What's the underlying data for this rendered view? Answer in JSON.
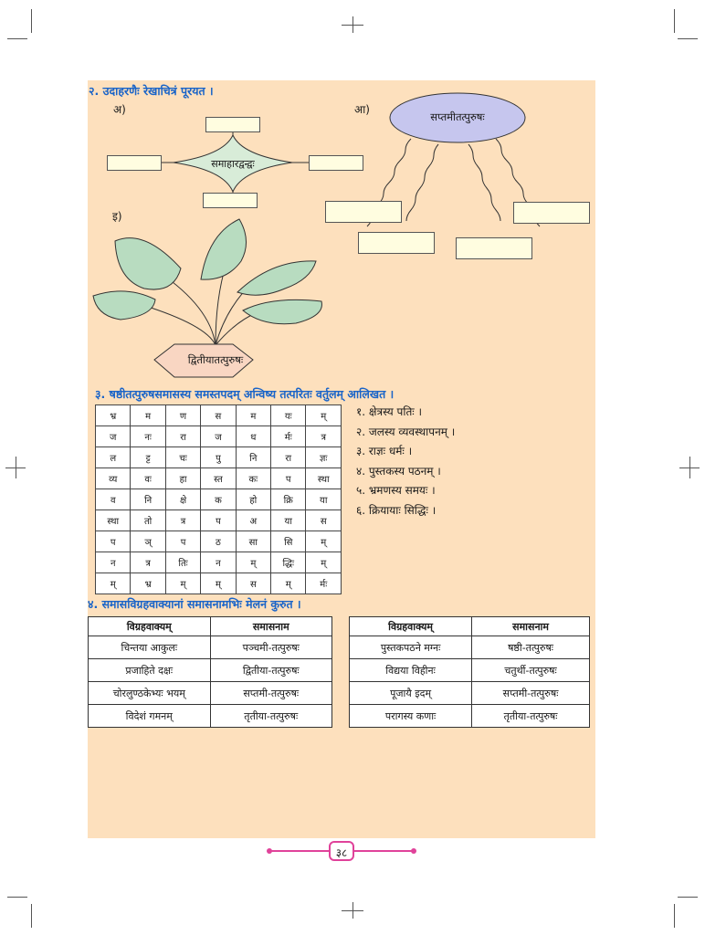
{
  "section2": {
    "heading": "२. उदाहरणैः रेखाचित्रं पूरयत ।",
    "label_a": "अ)",
    "label_aa": "आ)",
    "label_i": "इ)",
    "star_text": "समाहारद्वन्द्वः",
    "ellipse_text": "सप्तमीतत्पुरुषः",
    "hexagon_text": "द्वितीयातत्पुरुषः"
  },
  "section3": {
    "heading": "३. षष्ठीतत्पुरुषसमासस्य समस्तपदम् अन्विष्य तत्परितः वर्तुलम् आलिखत ।",
    "grid": [
      [
        "भ्र",
        "म",
        "ण",
        "स",
        "म",
        "यः",
        "म्"
      ],
      [
        "ज",
        "नः",
        "रा",
        "ज",
        "ध",
        "र्मः",
        "त्र"
      ],
      [
        "ल",
        "ट्ट",
        "चः",
        "पु",
        "नि",
        "रा",
        "ज्ञः"
      ],
      [
        "व्य",
        "वः",
        "हा",
        "स्त",
        "कः",
        "प",
        "स्था"
      ],
      [
        "व",
        "नि",
        "क्षे",
        "क",
        "हो",
        "क्रि",
        "या"
      ],
      [
        "स्था",
        "तो",
        "त्र",
        "प",
        "अ",
        "या",
        "स"
      ],
      [
        "प",
        "ञ्",
        "प",
        "ठ",
        "सा",
        "सि",
        "म्"
      ],
      [
        "न",
        "त्र",
        "तिः",
        "न",
        "म्",
        "द्धिः",
        "म्"
      ],
      [
        "म्",
        "भ्र",
        "म्",
        "म्",
        "स",
        "म्",
        "र्मः"
      ]
    ],
    "clues": [
      "१. क्षेत्रस्य पतिः ।",
      "२. जलस्य व्यवस्थापनम् ।",
      "३. राज्ञः धर्मः ।",
      "४. पुस्तकस्य पठनम् ।",
      "५. भ्रमणस्य समयः ।",
      "६. क्रियायाः सिद्धिः ।"
    ]
  },
  "section4": {
    "heading": "४. समासविग्रहवाक्यानां समासनामभिः मेलनं कुरुत ।",
    "table_left": {
      "headers": [
        "विग्रहवाक्यम्",
        "समासनाम"
      ],
      "rows": [
        [
          "चिन्तया आकुलः",
          "पञ्चमी-तत्पुरुषः"
        ],
        [
          "प्रजाहिते दक्षः",
          "द्वितीया-तत्पुरुषः"
        ],
        [
          "चोरलुण्ठकेभ्यः भयम्",
          "सप्तमी-तत्पुरुषः"
        ],
        [
          "विदेशं गमनम्",
          "तृतीया-तत्पुरुषः"
        ]
      ]
    },
    "table_right": {
      "headers": [
        "विग्रहवाक्यम्",
        "समासनाम"
      ],
      "rows": [
        [
          "पुस्तकपठने मग्नः",
          "षष्ठी-तत्पुरुषः"
        ],
        [
          "विद्यया विहीनः",
          "चतुर्थी-तत्पुरुषः"
        ],
        [
          "पूजायै इदम्",
          "सप्तमी-तत्पुरुषः"
        ],
        [
          "परागस्य कणाः",
          "तृतीया-तत्पुरुषः"
        ]
      ]
    }
  },
  "page_number": "३८",
  "colors": {
    "panel": "#fde0bd",
    "heading": "#1a64c8",
    "blank_box": "#fffde0",
    "ellipse": "#c6c6ee",
    "star": "#d8ecd8",
    "leaf": "#b8dcc0",
    "hexagon": "#f9d6c2",
    "page_accent": "#e0429a"
  }
}
